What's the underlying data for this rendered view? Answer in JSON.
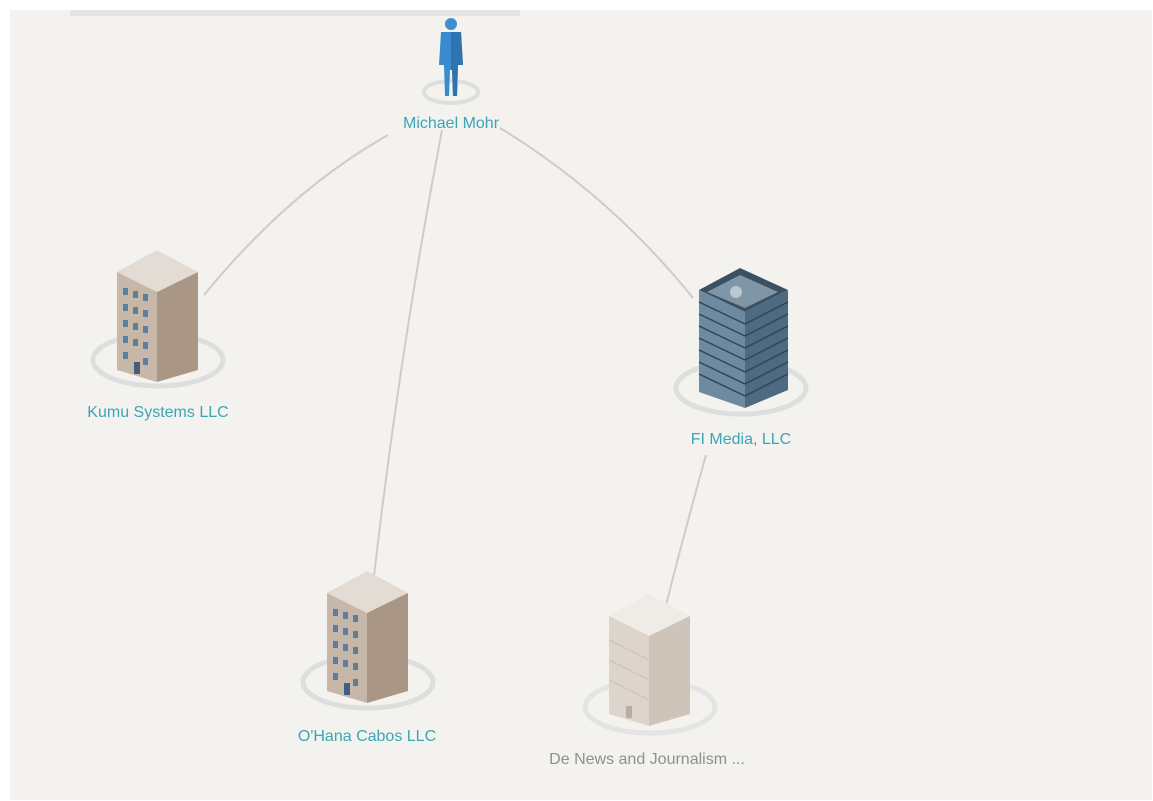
{
  "colors": {
    "label_active": "#3aa6b5",
    "label_faded": "#8f8f8f",
    "edge": "#d3c9c9",
    "ring": "#dedede",
    "canvas_bg": "#f3f2ef"
  },
  "nodes": [
    {
      "id": "michael",
      "label": "Michael Mohr",
      "icon": "person-icon",
      "state": "active"
    },
    {
      "id": "kumu",
      "label": "Kumu Systems LLC",
      "icon": "building-beige-icon",
      "state": "active"
    },
    {
      "id": "fimedia",
      "label": "FI Media, LLC",
      "icon": "building-blue-glass-icon",
      "state": "active"
    },
    {
      "id": "ohana",
      "label": "O'Hana Cabos LLC",
      "icon": "building-beige-icon",
      "state": "active"
    },
    {
      "id": "denews",
      "label": "De News and Journalism ...",
      "icon": "building-faded-icon",
      "state": "faded"
    }
  ],
  "edges": [
    {
      "from": "michael",
      "to": "kumu"
    },
    {
      "from": "michael",
      "to": "ohana"
    },
    {
      "from": "michael",
      "to": "fimedia"
    },
    {
      "from": "fimedia",
      "to": "denews"
    }
  ]
}
